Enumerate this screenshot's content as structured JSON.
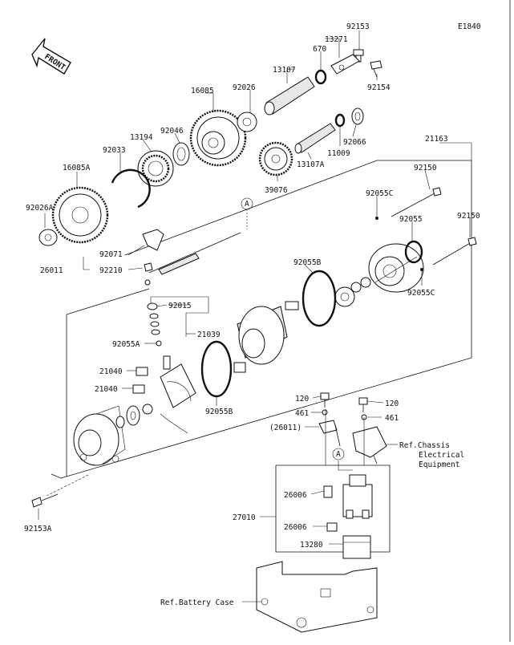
{
  "diagram": {
    "code": "E1840",
    "front_label": "FRONT",
    "callout": "A",
    "labels": {
      "p92153": "92153",
      "p13271": "13271",
      "p670": "670",
      "p13107": "13107",
      "p92154": "92154",
      "p16085": "16085",
      "p92026": "92026",
      "p92046": "92046",
      "p13194": "13194",
      "p92066": "92066",
      "p11009": "11009",
      "p13107A": "13107A",
      "p92033": "92033",
      "p16085A": "16085A",
      "p39076": "39076",
      "p21163": "21163",
      "p92150a": "92150",
      "p92055C_a": "92055C",
      "p92055": "92055",
      "p92150b": "92150",
      "p92026A": "92026A",
      "p92071": "92071",
      "p26011": "26011",
      "p92210": "92210",
      "p92055B_a": "92055B",
      "p92055C_b": "92055C",
      "p92015": "92015",
      "p21039": "21039",
      "p92055A": "92055A",
      "p21040a": "21040",
      "p21040b": "21040",
      "p92055B_b": "92055B",
      "p120a": "120",
      "p120b": "120",
      "p461a": "461",
      "p461b": "461",
      "p26011ref": "(26011)",
      "refChassis1": "Ref.Chassis",
      "refChassis2": "Electrical",
      "refChassis3": "Equipment",
      "p26006a": "26006",
      "p27010": "27010",
      "p26006b": "26006",
      "p13280": "13280",
      "p92153A": "92153A",
      "refBattery": "Ref.Battery Case"
    }
  }
}
